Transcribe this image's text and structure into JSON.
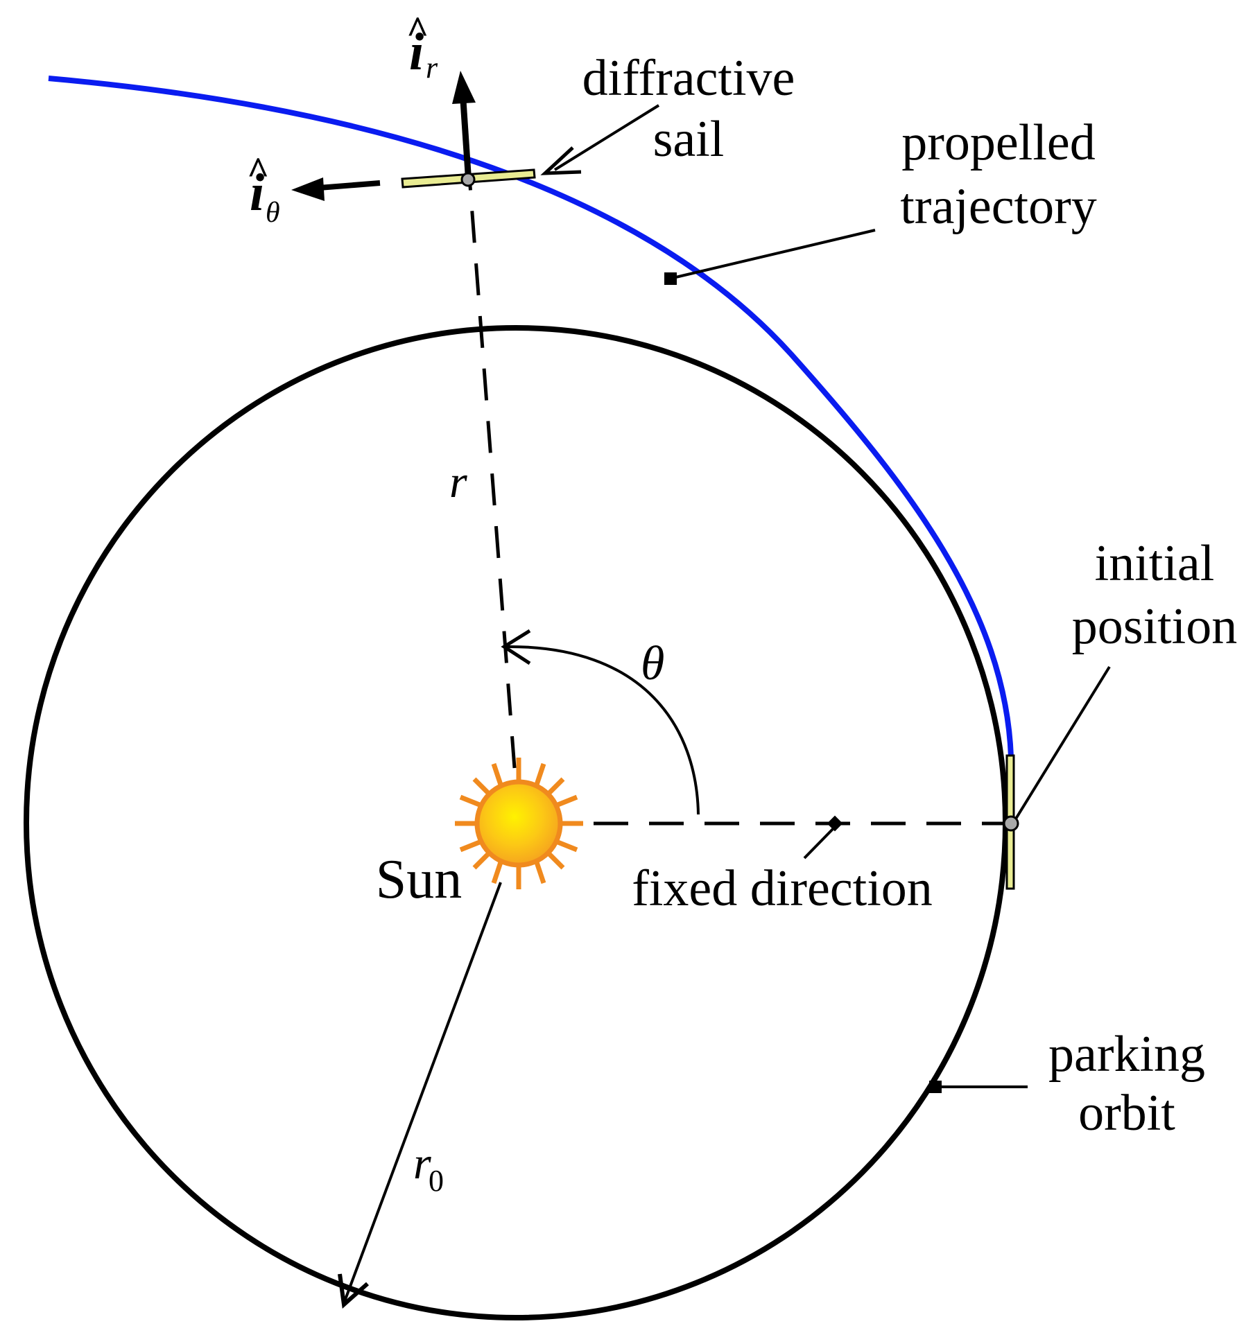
{
  "labels": {
    "sail_line1": "diffractive",
    "sail_line2": "sail",
    "trajectory_line1": "propelled",
    "trajectory_line2": "trajectory",
    "initial_line1": "initial",
    "initial_line2": "position",
    "parking_line1": "parking",
    "parking_line2": "orbit",
    "sun": "Sun",
    "fixed_direction": "fixed direction"
  },
  "symbols": {
    "radial_unit": "i",
    "radial_hat": "^",
    "radial_sub": "r",
    "transverse_unit": "i",
    "transverse_hat": "^",
    "transverse_sub": "θ",
    "distance": "r",
    "angle": "θ",
    "orbit_radius": "r",
    "orbit_radius_sub": "0"
  },
  "colors": {
    "trajectory": "#0a1cf0",
    "orbit": "#000000",
    "sun_body": "#f9b21a",
    "sun_core": "#fff000",
    "sun_rays": "#f08a1e",
    "sail": "#e9ec93",
    "node": "#a8a8a8"
  }
}
